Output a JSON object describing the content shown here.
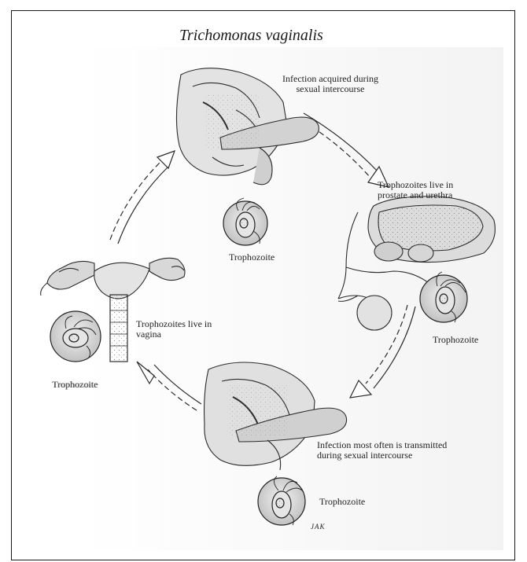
{
  "title": "Trichomonas vaginalis",
  "stages": {
    "top": {
      "caption_line1": "Infection acquired during",
      "caption_line2": "sexual intercourse",
      "inset_label": "Trophozoite"
    },
    "right": {
      "caption_line1": "Trophozoites live in",
      "caption_line2": "prostate and urethra",
      "inset_label": "Trophozoite"
    },
    "bottom": {
      "caption_line1": "Infection most often is transmitted",
      "caption_line2": "during sexual intercourse",
      "inset_label": "Trophozoite"
    },
    "left": {
      "caption_line1": "Trophozoites live in",
      "caption_line2": "vagina",
      "inset_label": "Trophozoite"
    }
  },
  "signature": "JAK"
}
